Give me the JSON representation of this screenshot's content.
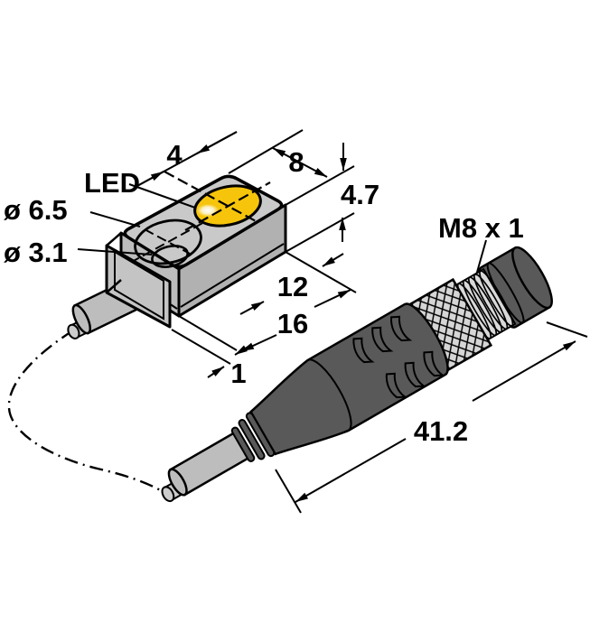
{
  "drawing": {
    "type": "technical-dimension-drawing",
    "subject": "inductive proximity sensor with yellow LED and M8 molded connector plug",
    "labels": {
      "led": "LED",
      "dia_large": "ø 6.5",
      "dia_small": "ø 3.1",
      "dim_4": "4",
      "dim_8": "8",
      "dim_47": "4.7",
      "dim_12": "12",
      "dim_16": "16",
      "dim_1": "1",
      "thread": "M8 x 1",
      "dim_412": "41.2"
    },
    "colors": {
      "led_yellow": "#F6C50B",
      "body_top": "#C9C9C9",
      "body_front": "#BDBDBD",
      "body_right": "#B1B1B1",
      "plate": "#C4C4C4",
      "dark": "#595959",
      "metal_light": "#D9D9D9",
      "knurl": "#D6D6D6",
      "cable": "#BDBDBD",
      "stub": "#CCCCCC",
      "outline": "#000000",
      "background": "#FFFFFF"
    }
  }
}
